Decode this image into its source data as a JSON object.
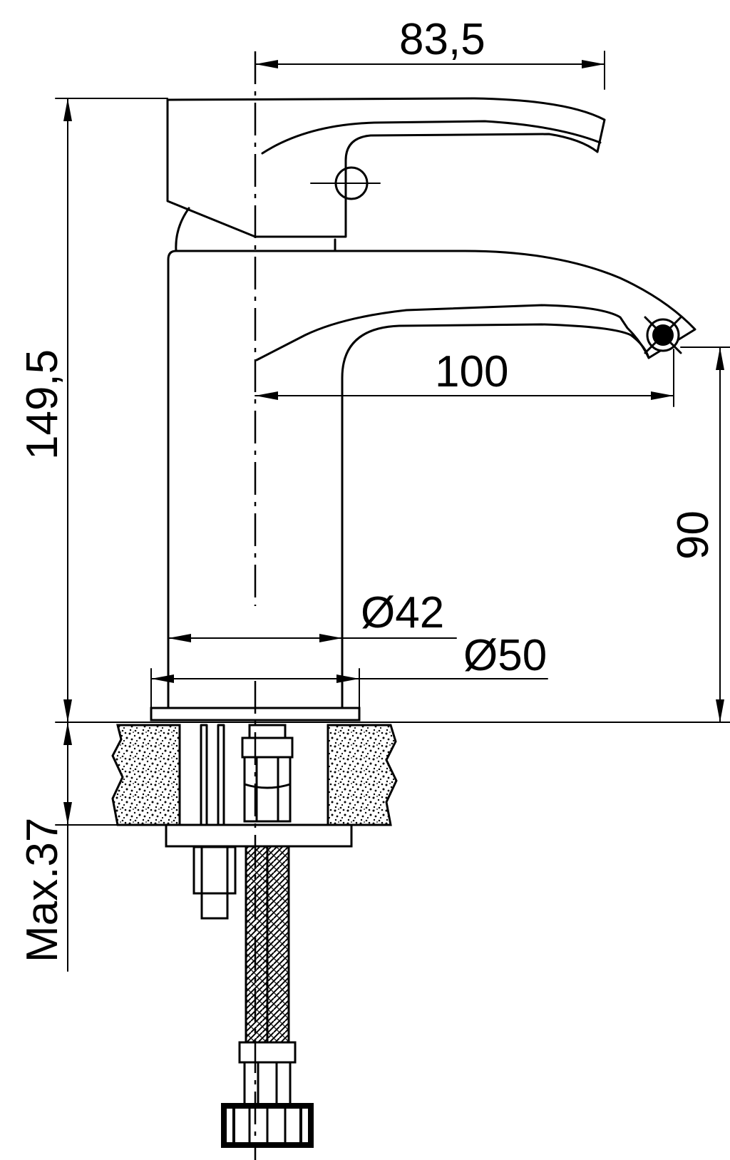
{
  "dimensions": {
    "top_width": "83,5",
    "spout_reach": "100",
    "total_height": "149,5",
    "spout_height": "90",
    "body_diameter": "Ø42",
    "base_diameter": "Ø50",
    "max_thickness": "Max.37"
  }
}
